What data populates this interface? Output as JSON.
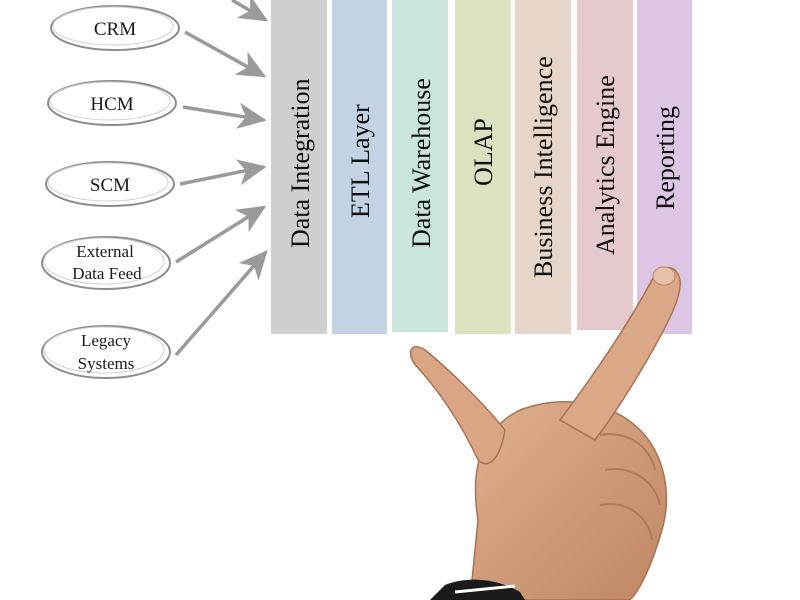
{
  "sources": [
    {
      "id": "crm",
      "lines": [
        "CRM"
      ]
    },
    {
      "id": "hcm",
      "lines": [
        "HCM"
      ]
    },
    {
      "id": "scm",
      "lines": [
        "SCM"
      ]
    },
    {
      "id": "external",
      "lines": [
        "External",
        "Data Feed"
      ]
    },
    {
      "id": "legacy",
      "lines": [
        "Legacy",
        "Systems"
      ]
    }
  ],
  "pillars": [
    {
      "id": "data-integration",
      "label": "Data Integration",
      "color": "#cfcfcf"
    },
    {
      "id": "etl-layer",
      "label": "ETL Layer",
      "color": "#c3d3e3"
    },
    {
      "id": "data-warehouse",
      "label": "Data Warehouse",
      "color": "#c9e5dc"
    },
    {
      "id": "olap",
      "label": "OLAP",
      "color": "#d9e3bf"
    },
    {
      "id": "business-intelligence",
      "label": "Business Intelligence",
      "color": "#e6d6c9"
    },
    {
      "id": "analytics-engine",
      "label": "Analytics Engine",
      "color": "#e6c9cc"
    },
    {
      "id": "reporting",
      "label": "Reporting",
      "color": "#dcc6e3"
    }
  ],
  "colors": {
    "arrow": "#9a9a9a",
    "ellipse_stroke": "#8c8c8c",
    "skin": "#d7a27e",
    "skin_shadow": "#b97f5c",
    "sleeve": "#1a1a1a"
  },
  "icons": {
    "hand": "pointing-hand-icon"
  }
}
